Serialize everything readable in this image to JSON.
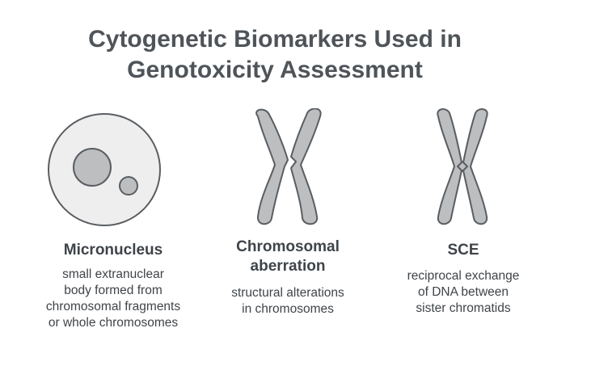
{
  "title": {
    "line1": "Cytogenetic Biomarkers Used in",
    "line2": "Genotoxicity Assessment"
  },
  "panels": [
    {
      "label_lines": [
        "Micronucleus"
      ],
      "description_lines": [
        "small extranuclear",
        "body formed from",
        "chromosomal fragments",
        "or whole chromosomes"
      ],
      "icon": "cell-with-micronucleus-icon"
    },
    {
      "label_lines": [
        "Chromosomal",
        "aberration"
      ],
      "description_lines": [
        "structural alterations",
        "in chromosomes"
      ],
      "icon": "broken-chromosome-icon"
    },
    {
      "label_lines": [
        "SCE"
      ],
      "description_lines": [
        "reciprocal exchange",
        "of DNA between",
        "sister chromatids"
      ],
      "icon": "chromosome-exchange-icon"
    }
  ],
  "colors": {
    "text": "#4f5459",
    "shape_fill": "#bcbebf",
    "cell_fill": "#eeeeee",
    "stroke": "#5a5e62"
  }
}
